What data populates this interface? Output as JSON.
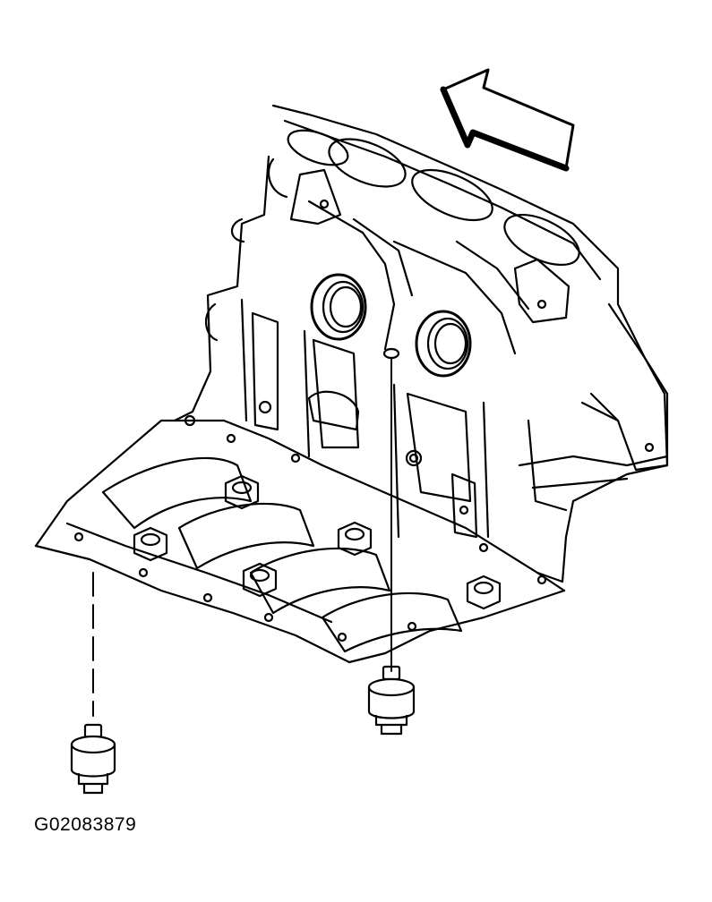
{
  "figure": {
    "id_label": "G02083879"
  },
  "colors": {
    "ink": "#000000",
    "paper": "#ffffff"
  },
  "parts": {
    "engine_block": "engine-block-underside",
    "knock_sensor_left": "knock-sensor",
    "knock_sensor_right": "knock-sensor",
    "direction_arrow": "front-direction-arrow"
  }
}
